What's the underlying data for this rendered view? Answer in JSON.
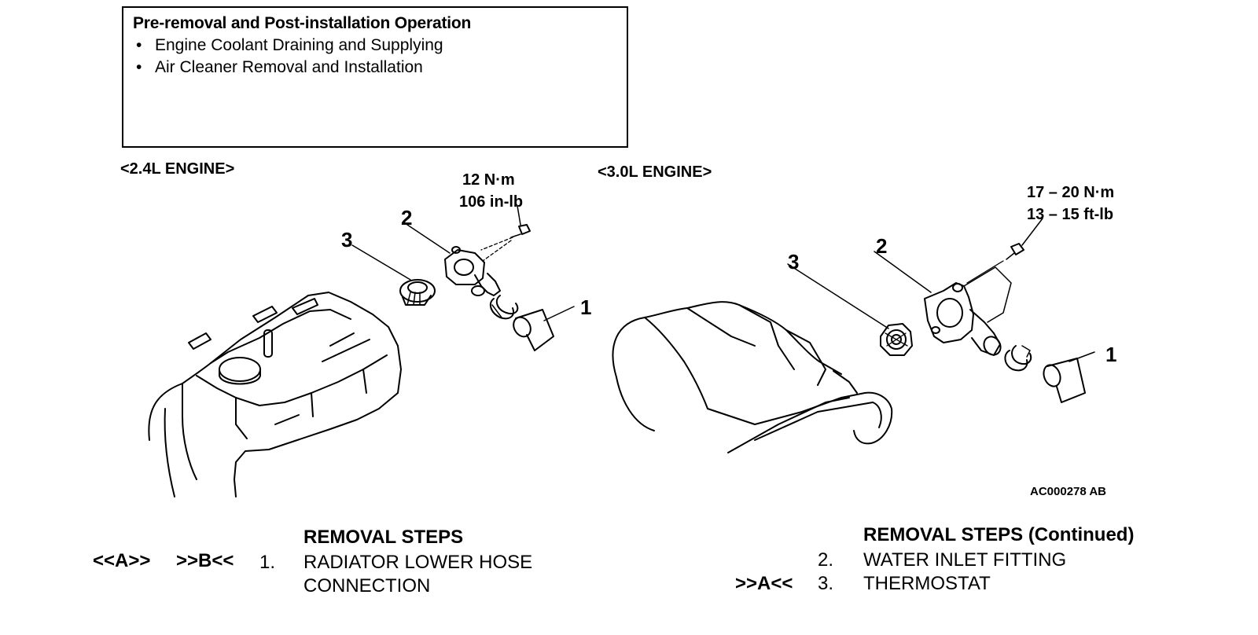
{
  "pre_removal": {
    "title": "Pre-removal and Post-installation Operation",
    "items": [
      "Engine Coolant Draining and Supplying",
      "Air Cleaner Removal and Installation"
    ]
  },
  "left_diagram": {
    "engine_label": "<2.4L ENGINE>",
    "torque_nm": "12 N·m",
    "torque_inlb": "106 in-lb",
    "callouts": [
      "1",
      "2",
      "3"
    ]
  },
  "right_diagram": {
    "engine_label": "<3.0L ENGINE>",
    "torque_nm": "17 – 20 N·m",
    "torque_ftlb": "13 – 15 ft-lb",
    "callouts": [
      "1",
      "2",
      "3"
    ],
    "figure_id": "AC000278 AB"
  },
  "steps_left": {
    "heading": "REMOVAL STEPS",
    "rows": [
      {
        "ref1": "<<A>>",
        "ref2": ">>B<<",
        "num": "1.",
        "label_line1": "RADIATOR LOWER HOSE",
        "label_line2": "CONNECTION"
      }
    ]
  },
  "steps_right": {
    "heading": "REMOVAL STEPS (Continued)",
    "rows": [
      {
        "ref": "",
        "num": "2.",
        "label": "WATER INLET FITTING"
      },
      {
        "ref": ">>A<<",
        "num": "3.",
        "label": "THERMOSTAT"
      }
    ]
  }
}
